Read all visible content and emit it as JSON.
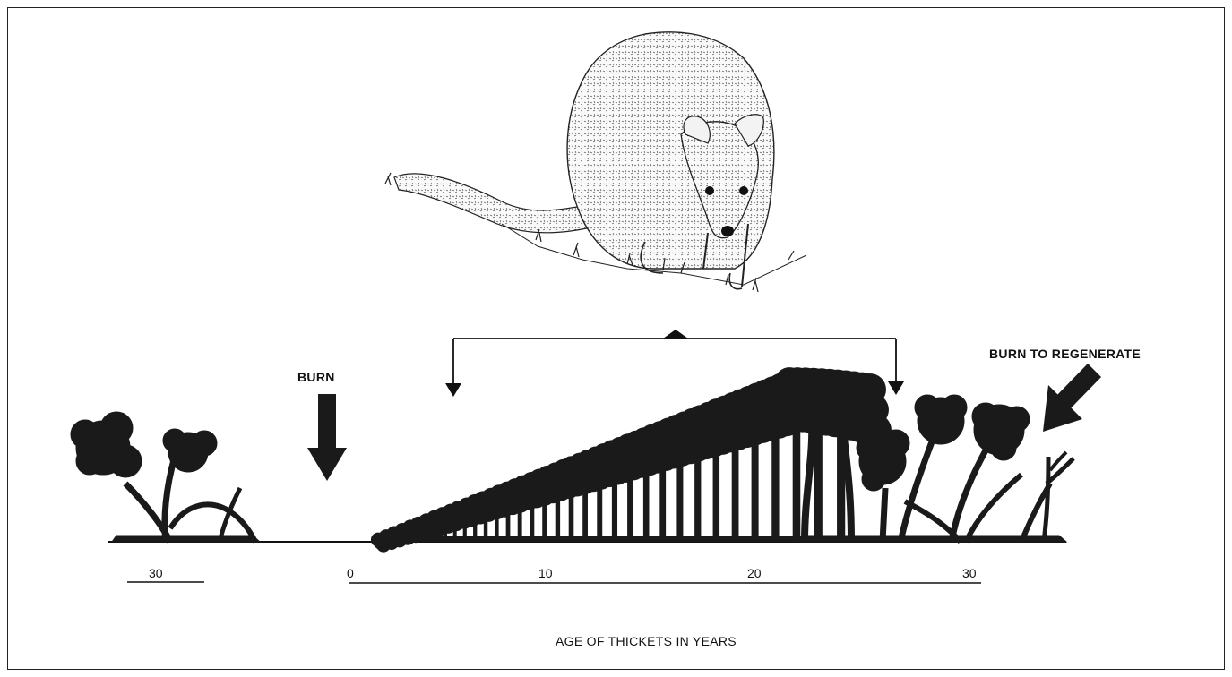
{
  "labels": {
    "burn": "BURN",
    "burn_to_regenerate": "BURN TO REGENERATE"
  },
  "axis": {
    "title": "AGE OF THICKETS IN YEARS",
    "left_segment_tick": "30",
    "ticks": [
      "0",
      "10",
      "20",
      "30"
    ]
  },
  "illustration": {
    "subject": "wallaby-icon",
    "ink_color": "#1a1a1a"
  }
}
